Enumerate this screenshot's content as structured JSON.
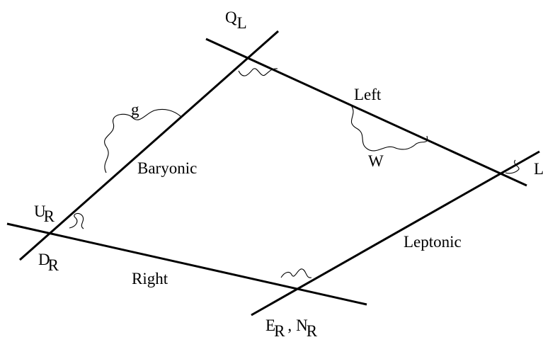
{
  "labels": {
    "q_main": "Q",
    "q_sub": "L",
    "left": "Left",
    "g": "g",
    "w": "W",
    "baryonic": "Baryonic",
    "l_edge": "L",
    "u_main": "U",
    "u_sub": "R",
    "d_main": "D",
    "d_sub": "R",
    "leptonic": "Leptonic",
    "right": "Right",
    "e_main": "E",
    "e_sub": "R",
    "comma": ",",
    "n_main": "N",
    "n_sub": "R"
  }
}
